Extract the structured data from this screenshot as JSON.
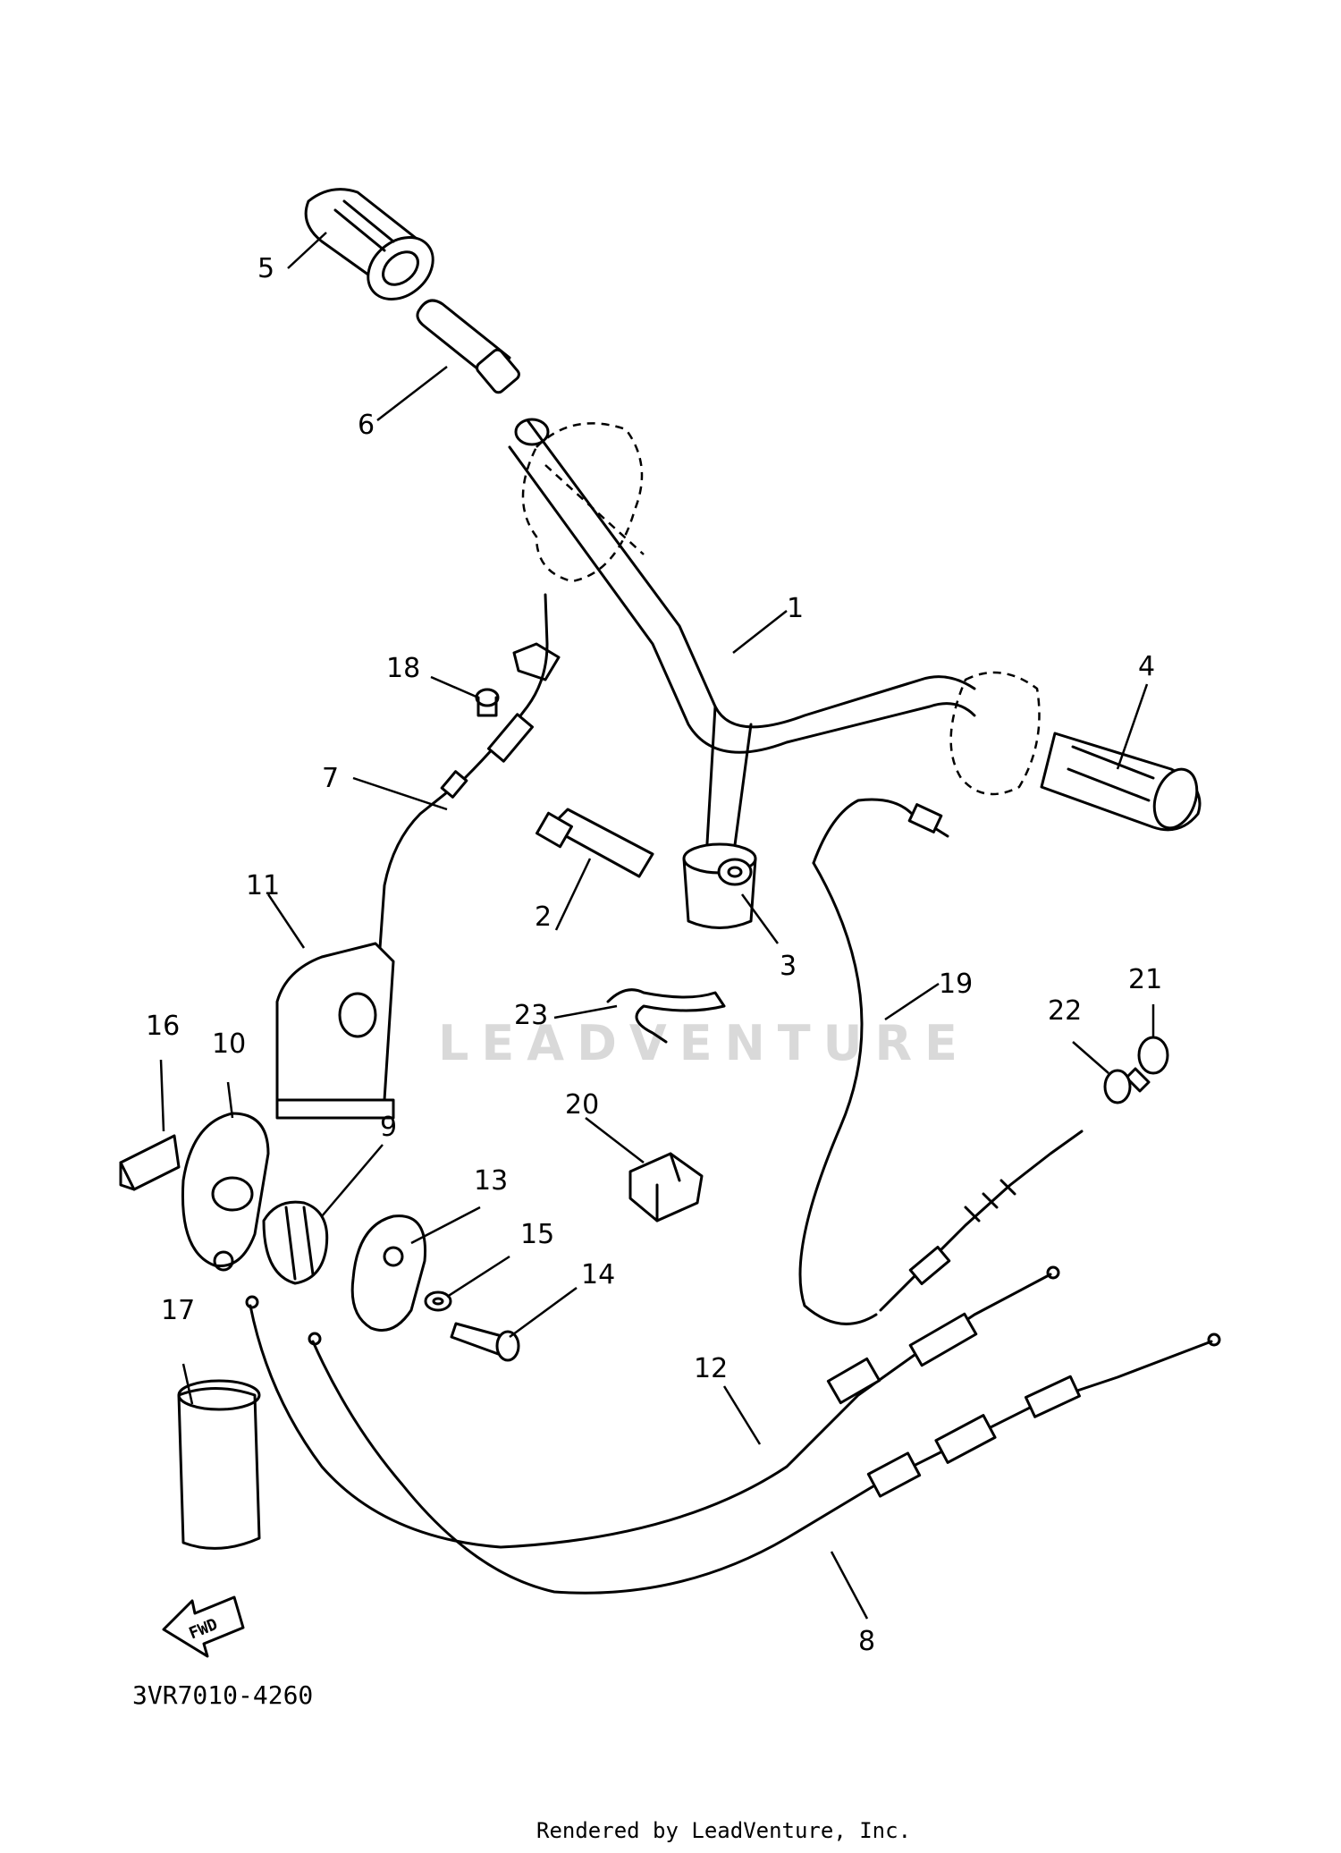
{
  "diagram": {
    "drawing_code": "3VR7010-4260",
    "direction_label": "FWD",
    "watermark": "LEADVENTURE",
    "footer": "Rendered by LeadVenture, Inc.",
    "callouts": [
      "1",
      "2",
      "3",
      "4",
      "5",
      "6",
      "7",
      "8",
      "9",
      "10",
      "11",
      "12",
      "13",
      "14",
      "15",
      "16",
      "17",
      "18",
      "19",
      "20",
      "21",
      "22",
      "23"
    ]
  }
}
